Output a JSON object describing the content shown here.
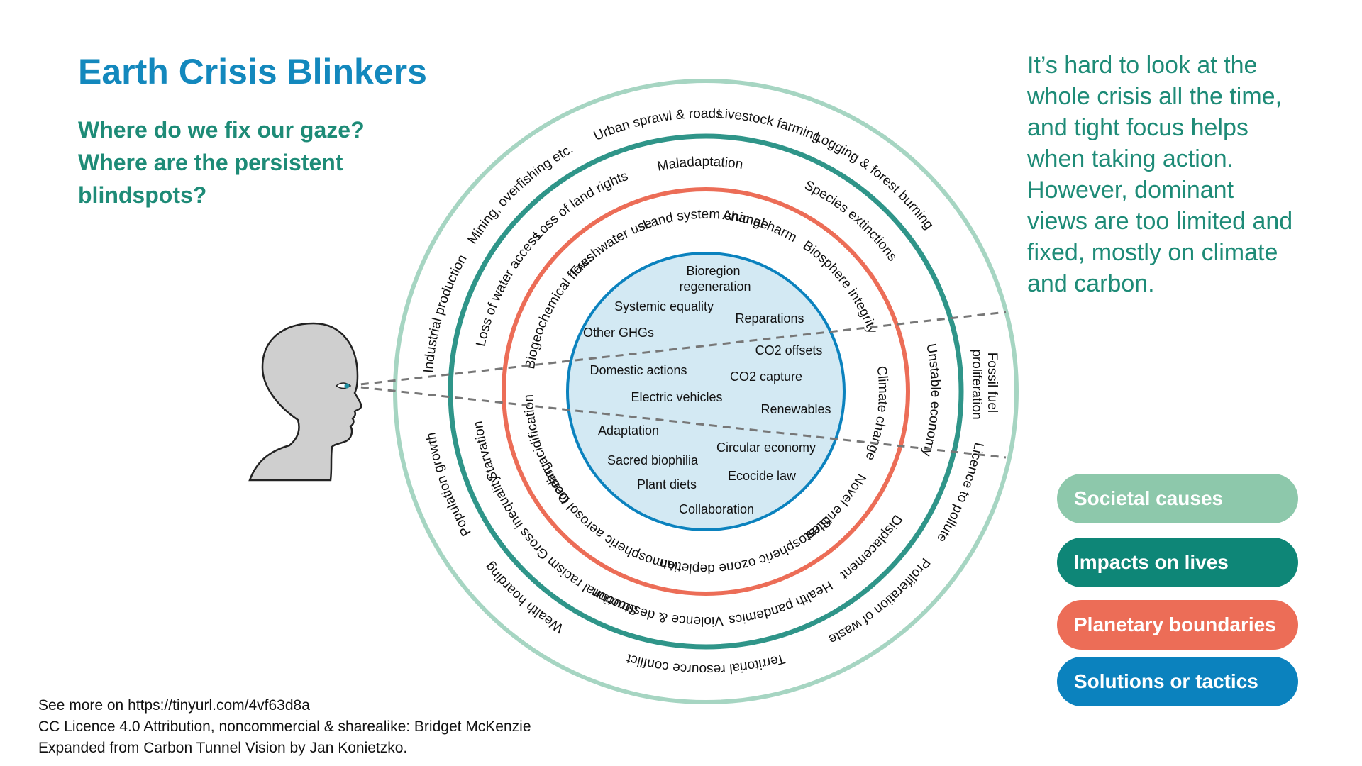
{
  "title": "Earth Crisis Blinkers",
  "subtitle": [
    "Where do we fix our gaze?",
    "Where are the persistent",
    "blindspots?"
  ],
  "intro": [
    "It’s hard to look at the",
    "whole crisis all the time,",
    "and tight focus helps",
    "when taking action.",
    "However, dominant",
    "views are too limited and",
    "fixed, mostly on climate",
    "and carbon."
  ],
  "credits": [
    "See more on https://tinyurl.com/4vf63d8a",
    "CC Licence 4.0 Attribution, noncommercial & sharealike: Bridget McKenzie",
    "Expanded from Carbon Tunnel Vision by Jan Konietzko."
  ],
  "legend": [
    {
      "label": "Societal causes",
      "color": "#8dc8ab"
    },
    {
      "label": "Impacts on lives",
      "color": "#0e8677"
    },
    {
      "label": "Planetary boundaries",
      "color": "#ec6d57"
    },
    {
      "label": "Solutions or tactics",
      "color": "#0b82be"
    }
  ],
  "colors": {
    "societal_ring": "#a6d5c2",
    "impacts_ring": "#2f9589",
    "planetary_ring": "#ec6d57",
    "solutions_ring": "#0b82be",
    "solutions_fill": "#d3e9f3",
    "head": "#cfcfcf"
  },
  "societal_causes": [
    "Livestock farming",
    "Logging & forest burning",
    "Fossil fuel proliferation",
    "Licence to pollute",
    "Proliferation of waste",
    "Territorial resource conflict",
    "Wealth hoarding",
    "Population growth",
    "Industrial production",
    "Mining, overfishing etc.",
    "Urban sprawl & roads"
  ],
  "impacts_on_lives": [
    "Maladaptation",
    "Species extinctions",
    "Unstable economy",
    "Displacement",
    "Health pandemics",
    "Structural racism",
    "Gross inequality",
    "Starvation",
    "Loss of water access",
    "Loss of land rights",
    "Violence & destruction"
  ],
  "planetary_boundaries": [
    "Animal harm",
    "Land system change",
    "Biosphere integrity",
    "Climate change",
    "Novel entities",
    "Stratospheric ozone depletion",
    "Atmospheric aerosol loading",
    "Ocean acidification",
    "Biogeochemical flows",
    "Freshwater use"
  ],
  "solutions_or_tactics": [
    "Bioregion regeneration",
    "Systemic equality",
    "Reparations",
    "Other GHGs",
    "CO2 offsets",
    "Domestic actions",
    "CO2 capture",
    "Electric vehicles",
    "Renewables",
    "Adaptation",
    "Circular economy",
    "Sacred biophilia",
    "Ecocide law",
    "Plant diets",
    "Collaboration"
  ]
}
